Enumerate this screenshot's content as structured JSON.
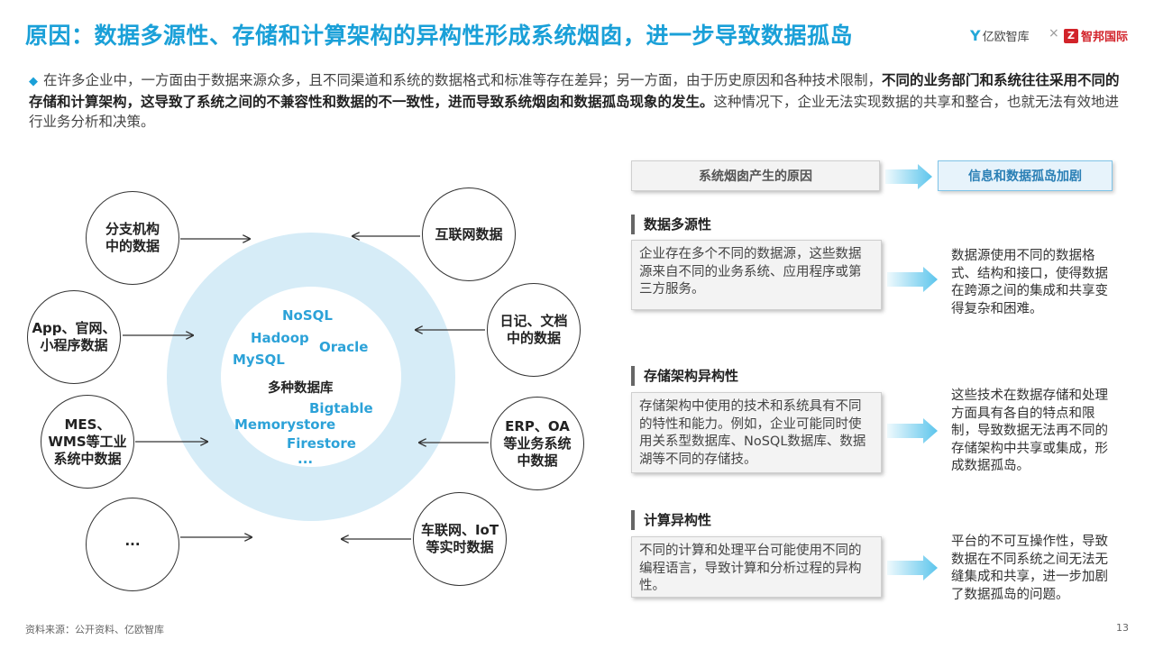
{
  "title": "原因：数据多源性、存储和计算架构的异构性形成系统烟囱，进一步导致数据孤岛",
  "logos": {
    "yiou": "亿欧智库",
    "separator": "×",
    "zhibang": "智邦国际",
    "zhibang_mark": "Z"
  },
  "intro": {
    "bullet": "◆",
    "part1": "在许多企业中，一方面由于数据来源众多，且不同渠道和系统的数据格式和标准等存在差异；另一方面，由于历史原因和各种技术限制，",
    "bold": "不同的业务部门和系统往往采用不同的存储和计算架构，这导致了系统之间的不兼容性和数据的不一致性，进而导致系统烟囱和数据孤岛现象的发生。",
    "part2": "这种情况下，企业无法实现数据的共享和整合，也就无法有效地进行业务分析和决策。"
  },
  "diagram": {
    "center_label": "多种数据库",
    "databases": [
      "NoSQL",
      "Hadoop",
      "Oracle",
      "MySQL",
      "Bigtable",
      "Memorystore",
      "Firestore",
      "..."
    ],
    "left_sources": [
      "分支机构\n中的数据",
      "App、官网、\n小程序数据",
      "MES、\nWMS等工业\n系统中数据",
      "···"
    ],
    "right_sources": [
      "互联网数据",
      "日记、文档\n中的数据",
      "ERP、OA\n等业务系统\n中数据",
      "车联网、IoT\n等实时数据"
    ]
  },
  "panel": {
    "header_left": "系统烟囱产生的原因",
    "header_right": "信息和数据孤岛加剧",
    "sections": [
      {
        "title": "数据多源性",
        "cause": "企业存在多个不同的数据源，这些数据源来自不同的业务系统、应用程序或第三方服务。",
        "effect": "数据源使用不同的数据格式、结构和接口，使得数据在跨源之间的集成和共享变得复杂和困难。"
      },
      {
        "title": "存储架构异构性",
        "cause": "存储架构中使用的技术和系统具有不同的特性和能力。例如，企业可能同时使用关系型数据库、NoSQL数据库、数据湖等不同的存储技。",
        "effect": "这些技术在数据存储和处理方面具有各自的特点和限制，导致数据无法再不同的存储架构中共享或集成，形成数据孤岛。"
      },
      {
        "title": "计算异构性",
        "cause": "不同的计算和处理平台可能使用不同的编程语言，导致计算和分析过程的异构性。",
        "effect": "平台的不可互操作性，导致数据在不同系统之间无法无缝集成和共享，进一步加剧了数据孤岛的问题。"
      }
    ]
  },
  "footer": {
    "source": "资料来源：公开资料、亿欧智库",
    "page": "13"
  },
  "colors": {
    "accent": "#1aa0d8",
    "ring": "#d6ecf7",
    "arrow": "#5cc5ec",
    "brand_red": "#d2232a"
  }
}
